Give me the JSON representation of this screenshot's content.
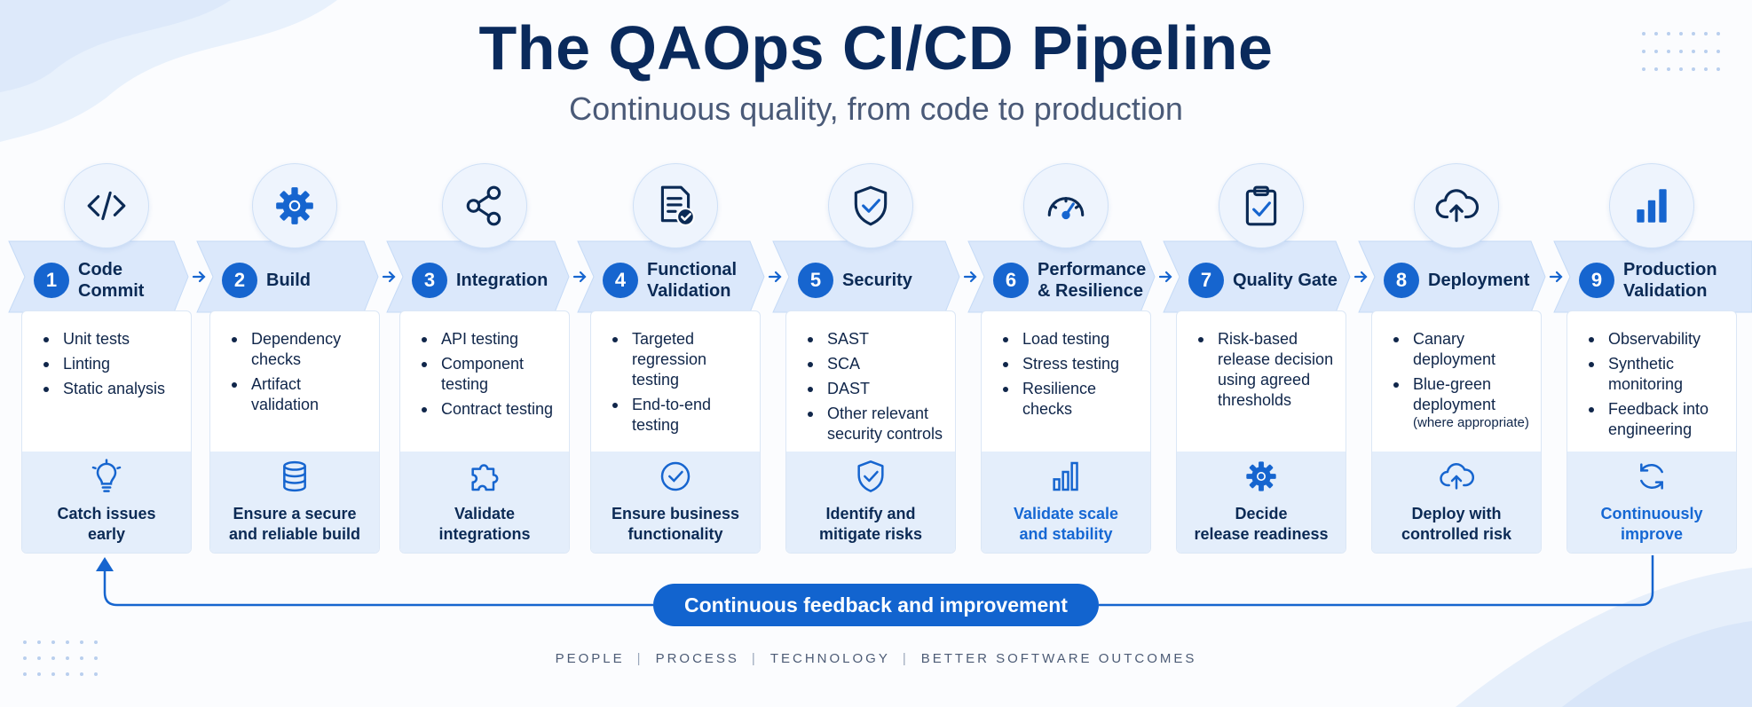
{
  "title": "The QAOps CI/CD Pipeline",
  "subtitle": "Continuous quality, from code to production",
  "colors": {
    "accent": "#1665cf",
    "dark_text": "#0b2a55",
    "chevron": "#dbe8fb",
    "card_bottom": "#e4eefb"
  },
  "stages": [
    {
      "number": "1",
      "title": "Code\nCommit",
      "icon": "code-icon",
      "bullets": [
        "Unit tests",
        "Linting",
        "Static analysis"
      ],
      "outcome": "Catch issues\nearly",
      "outcome_icon": "lightbulb-icon"
    },
    {
      "number": "2",
      "title": "Build",
      "icon": "gear-icon",
      "bullets": [
        "Dependency\nchecks",
        "Artifact\nvalidation"
      ],
      "outcome": "Ensure a secure\nand reliable build",
      "outcome_icon": "database-icon"
    },
    {
      "number": "3",
      "title": "Integration",
      "icon": "share-nodes-icon",
      "bullets": [
        "API testing",
        "Component\ntesting",
        "Contract testing"
      ],
      "outcome": "Validate\nintegrations",
      "outcome_icon": "puzzle-icon"
    },
    {
      "number": "4",
      "title": "Functional\nValidation",
      "icon": "document-check-icon",
      "bullets": [
        "Targeted\nregression testing",
        "End-to-end\ntesting"
      ],
      "outcome": "Ensure business\nfunctionality",
      "outcome_icon": "check-circle-icon"
    },
    {
      "number": "5",
      "title": "Security",
      "icon": "shield-check-icon",
      "bullets": [
        "SAST",
        "SCA",
        "DAST",
        "Other relevant\nsecurity controls"
      ],
      "outcome": "Identify and\nmitigate risks",
      "outcome_icon": "shield-icon"
    },
    {
      "number": "6",
      "title": "Performance\n& Resilience",
      "icon": "speedometer-icon",
      "bullets": [
        "Load testing",
        "Stress testing",
        "Resilience checks"
      ],
      "outcome": "Validate scale\nand stability",
      "outcome_icon": "bar-chart-icon"
    },
    {
      "number": "7",
      "title": "Quality Gate",
      "icon": "clipboard-check-icon",
      "bullets": [
        "Risk-based\nrelease decision\nusing agreed\nthresholds"
      ],
      "outcome": "Decide\nrelease readiness",
      "outcome_icon": "gear-icon"
    },
    {
      "number": "8",
      "title": "Deployment",
      "icon": "cloud-upload-icon",
      "bullets": [
        "Canary\ndeployment",
        "Blue-green\ndeployment"
      ],
      "bullet_note": "(where appropriate)",
      "outcome": "Deploy with\ncontrolled risk",
      "outcome_icon": "cloud-upload-icon"
    },
    {
      "number": "9",
      "title": "Production\nValidation",
      "icon": "bar-chart-icon",
      "bullets": [
        "Observability",
        "Synthetic\nmonitoring",
        "Feedback into\nengineering"
      ],
      "outcome": "Continuously\nimprove",
      "outcome_icon": "refresh-icon"
    }
  ],
  "feedback_label": "Continuous feedback and improvement",
  "footer_items": [
    "PEOPLE",
    "PROCESS",
    "TECHNOLOGY",
    "BETTER SOFTWARE OUTCOMES"
  ]
}
